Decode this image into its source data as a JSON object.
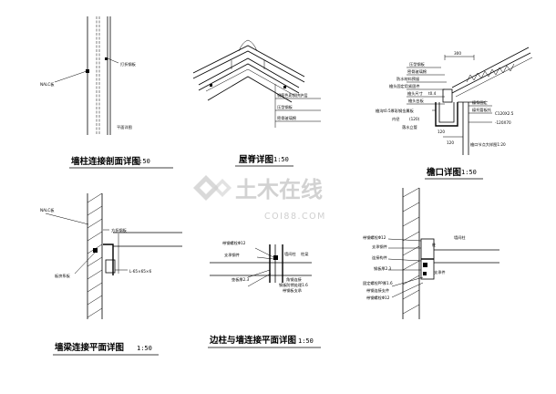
{
  "details": {
    "wall_column_section": {
      "title": "墙柱连接剖面详图",
      "scale": "1:50",
      "labels": {
        "alc": "NALC板",
        "steel_plate": "打折钢板",
        "plan": "平面详图"
      }
    },
    "ridge": {
      "title": "屋脊详图",
      "scale": "1:50",
      "labels": [
        "钢筋色彩钢挤护层",
        "压型钢板",
        "密骨玻璃棉"
      ]
    },
    "eave": {
      "title": "檐口详图",
      "scale": "1:50",
      "labels": [
        "压型钢板",
        "密骨玻璃棉",
        "防水材料预留",
        "檐头固定用紧固件",
        "檐头尺寸",
        "檐头台板",
        "檐沟t0.5厚彩钢金属板",
        "内径",
        "落水立管",
        "檩条固定",
        "檩托管板托"
      ],
      "dims": [
        "300",
        "t0.4",
        "120",
        "(120)",
        "120",
        "C120X2.5",
        "-120X70"
      ],
      "note": "檐口节点大样图1:20"
    },
    "wall_beam": {
      "title": "墙梁连接平面详图",
      "scale": "1:50",
      "labels": {
        "alc": "NALC板",
        "angle": "方折钢板",
        "holder": "板挤系板",
        "spec": "L-65×65×6"
      }
    },
    "side_column": {
      "title": "边柱与墙连接平面详图",
      "scale": "1:50",
      "left_labels": [
        "带钢螺栓Φ12",
        "支承钢件",
        "垫板厚2.3",
        "角钢连接",
        "钢板防锈处理1.6",
        "带钢板支承",
        "墙间柱",
        "柱梁"
      ],
      "right_labels": [
        "带钢螺栓Φ12",
        "支承钢件",
        "连接构件",
        "钢板厚2.3",
        "固定螺栓PP厚1.6",
        "带钢连接支件",
        "带钢螺栓Φ12",
        "支承件",
        "墙间柱",
        "柱"
      ]
    }
  },
  "watermark": {
    "cn": "土木在线",
    "en": "COI88.COM"
  }
}
